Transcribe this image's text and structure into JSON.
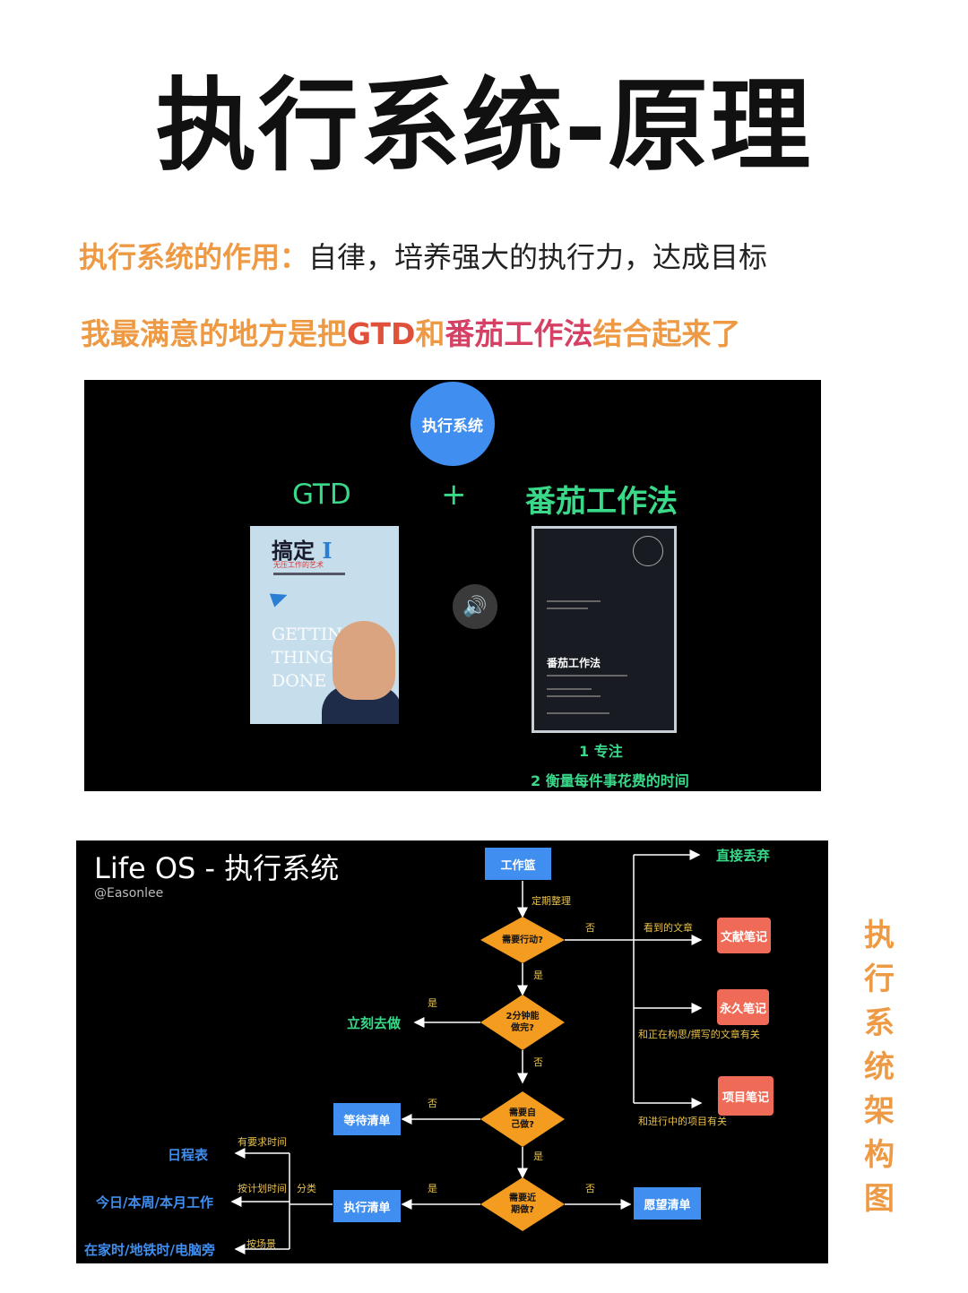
{
  "title": "执行系统-原理",
  "intro": {
    "label": "执行系统的作用：",
    "text": "自律，培养强大的执行力，达成目标"
  },
  "highlight": {
    "part1": "我最满意的地方是把",
    "gtd": "GTD",
    "part2": "和",
    "pomodoro": "番茄工作法",
    "part3": "结合起来了"
  },
  "top_slide": {
    "circle_label": "执行系统",
    "left_label": "GTD",
    "plus": "+",
    "right_label": "番茄工作法",
    "book1": {
      "title": "搞定",
      "title_num": "I",
      "subtitle": "无压工作的艺术",
      "english": [
        "GETTING",
        "THINGS",
        "DONE"
      ]
    },
    "book2": {
      "title": "番茄工作法"
    },
    "points": [
      "1 专注",
      "2 衡量每件事花费的时间"
    ]
  },
  "bottom_slide": {
    "title": "Life OS - 执行系统",
    "author": "@Easonlee",
    "nodes": {
      "inbox": "工作篮",
      "need_action": "需要行动?",
      "two_min_1": "2分钟能",
      "two_min_2": "做完?",
      "self_1": "需要自",
      "self_2": "己做?",
      "soon_1": "需要近",
      "soon_2": "期做?",
      "waiting": "等待清单",
      "action_list": "执行清单",
      "wish": "愿望清单",
      "literature": "文献笔记",
      "permanent": "永久笔记",
      "project": "项目笔记",
      "discard": "直接丢弃",
      "do_now": "立刻去做",
      "calendar": "日程表",
      "today": "今日/本周/本月工作",
      "context": "在家时/地铁时/电脑旁"
    },
    "labels": {
      "review": "定期整理",
      "no": "否",
      "yes": "是",
      "seen_article": "看到的文章",
      "writing_related": "和正在构思/撰写的文章有关",
      "project_related": "和进行中的项目有关",
      "classify": "分类",
      "time_required": "有要求时间",
      "planned_time": "按计划时间",
      "by_scene": "按场景"
    }
  },
  "vertical_label": [
    "执",
    "行",
    "系",
    "统",
    "架",
    "构",
    "图"
  ],
  "colors": {
    "accent_orange": "#ee9a45",
    "green": "#3ad98a",
    "blue": "#3f8ef0",
    "red": "#ef6b57",
    "diamond": "#f39c1f"
  }
}
